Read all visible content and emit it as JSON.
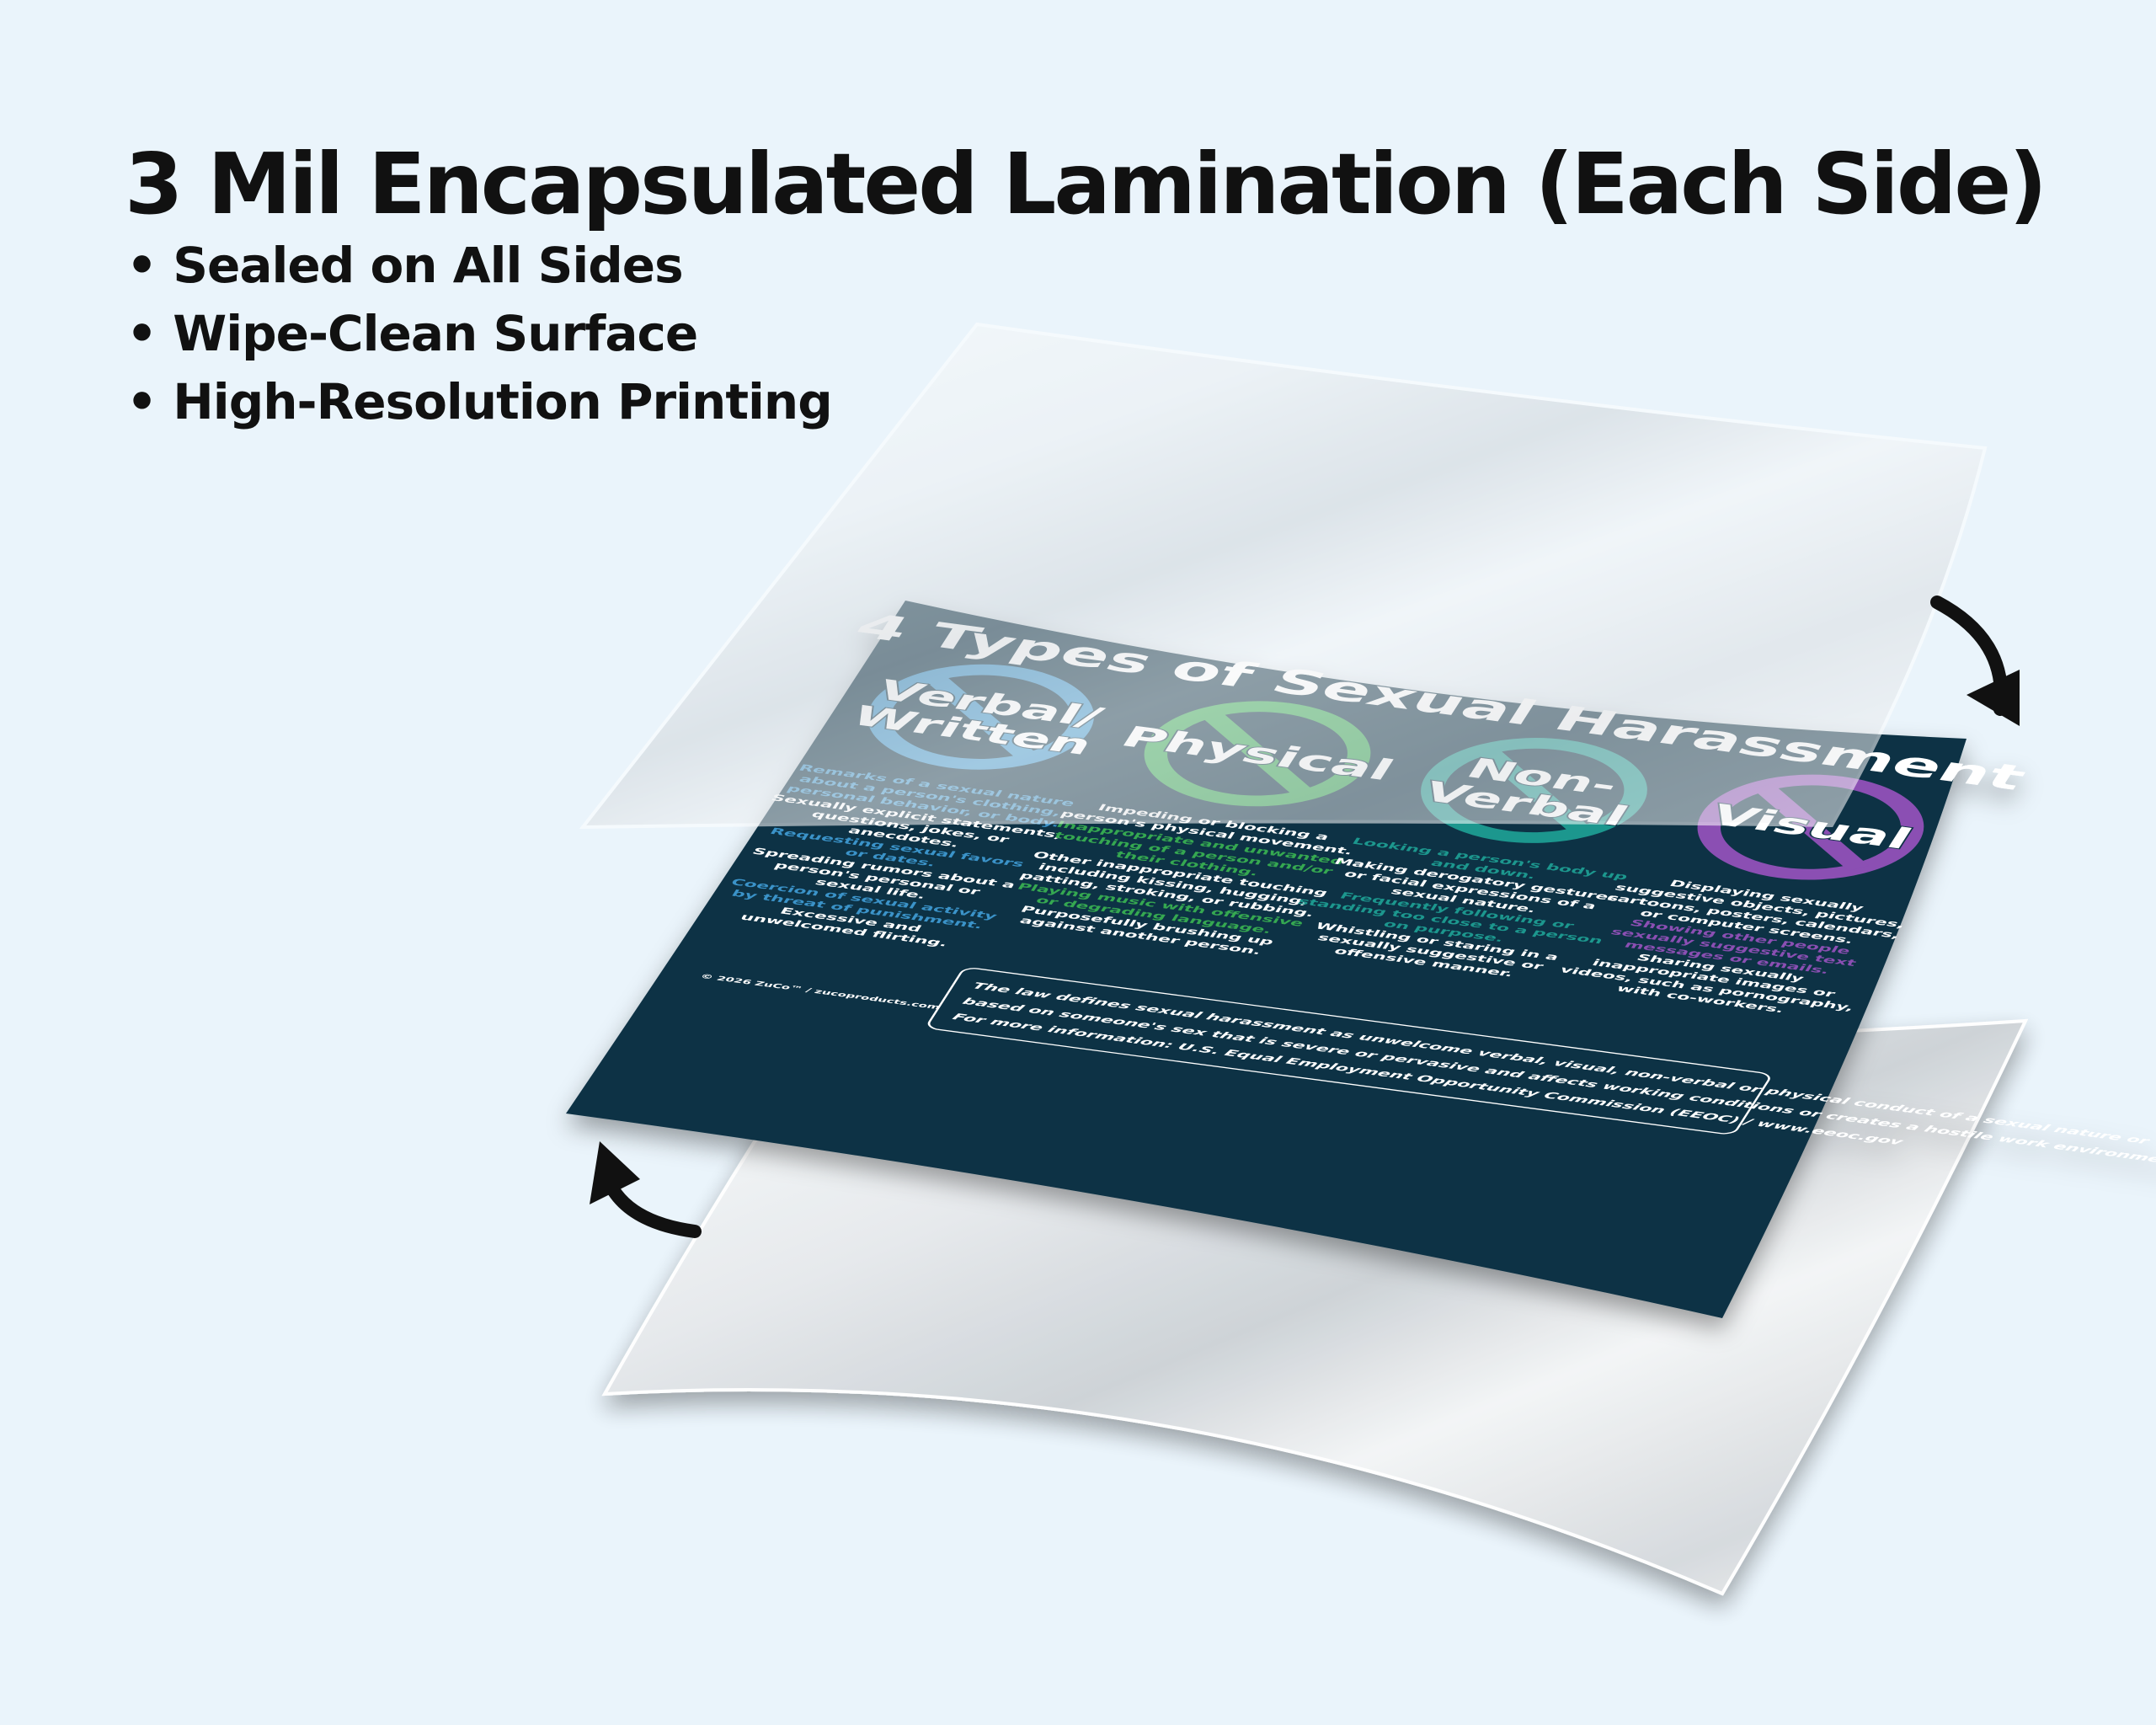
{
  "headline": "3 Mil Encapsulated Lamination (Each Side)",
  "features": [
    "Sealed on All Sides",
    "Wipe-Clean Surface",
    "High-Resolution Printing"
  ],
  "poster": {
    "title": "4 Types of Sexual Harassment",
    "background_color": "#0d3244",
    "categories": [
      {
        "label_lines": [
          "Verbal/",
          "Written"
        ],
        "color": "#3a93c9",
        "lines": [
          {
            "text": "Remarks of a sexual nature",
            "color": "#3a93c9"
          },
          {
            "text": "about a person's clothing,",
            "color": "#3a93c9"
          },
          {
            "text": "personal behavior, or body.",
            "color": "#3a93c9"
          },
          {
            "text": "Sexually explicit statements,",
            "color": "#ffffff"
          },
          {
            "text": "questions, jokes, or",
            "color": "#ffffff"
          },
          {
            "text": "anecdotes.",
            "color": "#ffffff"
          },
          {
            "text": "Requesting sexual favors",
            "color": "#3a93c9"
          },
          {
            "text": "or dates.",
            "color": "#3a93c9"
          },
          {
            "text": "Spreading rumors about a",
            "color": "#ffffff"
          },
          {
            "text": "person's personal or",
            "color": "#ffffff"
          },
          {
            "text": "sexual life.",
            "color": "#ffffff"
          },
          {
            "text": "Coercion of sexual activity",
            "color": "#3a93c9"
          },
          {
            "text": "by threat of punishment.",
            "color": "#3a93c9"
          },
          {
            "text": "Excessive and",
            "color": "#ffffff"
          },
          {
            "text": "unwelcomed flirting.",
            "color": "#ffffff"
          }
        ]
      },
      {
        "label_lines": [
          "Physical"
        ],
        "color": "#36a851",
        "lines": [
          {
            "text": "Impeding or blocking a",
            "color": "#ffffff"
          },
          {
            "text": "person's physical movement.",
            "color": "#ffffff"
          },
          {
            "text": "Inappropriate and unwanted",
            "color": "#36a851"
          },
          {
            "text": "touching of a person and/or",
            "color": "#36a851"
          },
          {
            "text": "their clothing.",
            "color": "#36a851"
          },
          {
            "text": "Other inappropriate touching",
            "color": "#ffffff"
          },
          {
            "text": "including kissing, hugging,",
            "color": "#ffffff"
          },
          {
            "text": "patting, stroking, or rubbing.",
            "color": "#ffffff"
          },
          {
            "text": "Playing music with offensive",
            "color": "#36a851"
          },
          {
            "text": "or degrading language.",
            "color": "#36a851"
          },
          {
            "text": "Purposefully brushing up",
            "color": "#ffffff"
          },
          {
            "text": "against another person.",
            "color": "#ffffff"
          }
        ]
      },
      {
        "label_lines": [
          "Non-",
          "Verbal"
        ],
        "color": "#1e978e",
        "lines": [
          {
            "text": "Looking a person's body up",
            "color": "#1e978e"
          },
          {
            "text": "and down.",
            "color": "#1e978e"
          },
          {
            "text": "Making derogatory gestures",
            "color": "#ffffff"
          },
          {
            "text": "or facial expressions of a",
            "color": "#ffffff"
          },
          {
            "text": "sexual nature.",
            "color": "#ffffff"
          },
          {
            "text": "Frequently following or",
            "color": "#1e978e"
          },
          {
            "text": "standing too close to a person",
            "color": "#1e978e"
          },
          {
            "text": "on purpose.",
            "color": "#1e978e"
          },
          {
            "text": "Whistling or staring in a",
            "color": "#ffffff"
          },
          {
            "text": "sexually suggestive or",
            "color": "#ffffff"
          },
          {
            "text": "offensive manner.",
            "color": "#ffffff"
          }
        ]
      },
      {
        "label_lines": [
          "Visual"
        ],
        "color": "#8b4fb3",
        "lines": [
          {
            "text": "Displaying sexually",
            "color": "#ffffff"
          },
          {
            "text": "suggestive objects, pictures,",
            "color": "#ffffff"
          },
          {
            "text": "cartoons, posters, calendars,",
            "color": "#ffffff"
          },
          {
            "text": "or computer screens.",
            "color": "#ffffff"
          },
          {
            "text": "Showing other people",
            "color": "#8b4fb3"
          },
          {
            "text": "sexually suggestive text",
            "color": "#8b4fb3"
          },
          {
            "text": "messages or emails.",
            "color": "#8b4fb3"
          },
          {
            "text": "Sharing sexually",
            "color": "#ffffff"
          },
          {
            "text": "inappropriate images or",
            "color": "#ffffff"
          },
          {
            "text": "videos, such as pornography,",
            "color": "#ffffff"
          },
          {
            "text": "with co-workers.",
            "color": "#ffffff"
          }
        ]
      }
    ],
    "footer_lines": [
      "The law defines sexual harassment as unwelcome verbal, visual, non-verbal or physical conduct of a sexual nature or",
      "based on someone's sex that is severe or pervasive and affects working conditions or creates a hostile work environment.",
      "For more information: U.S. Equal Employment Opportunity Commission (EEOC) / www.eeoc.gov"
    ],
    "copyright": "© 2026 ZuCo™ / zucoproducts.com"
  }
}
